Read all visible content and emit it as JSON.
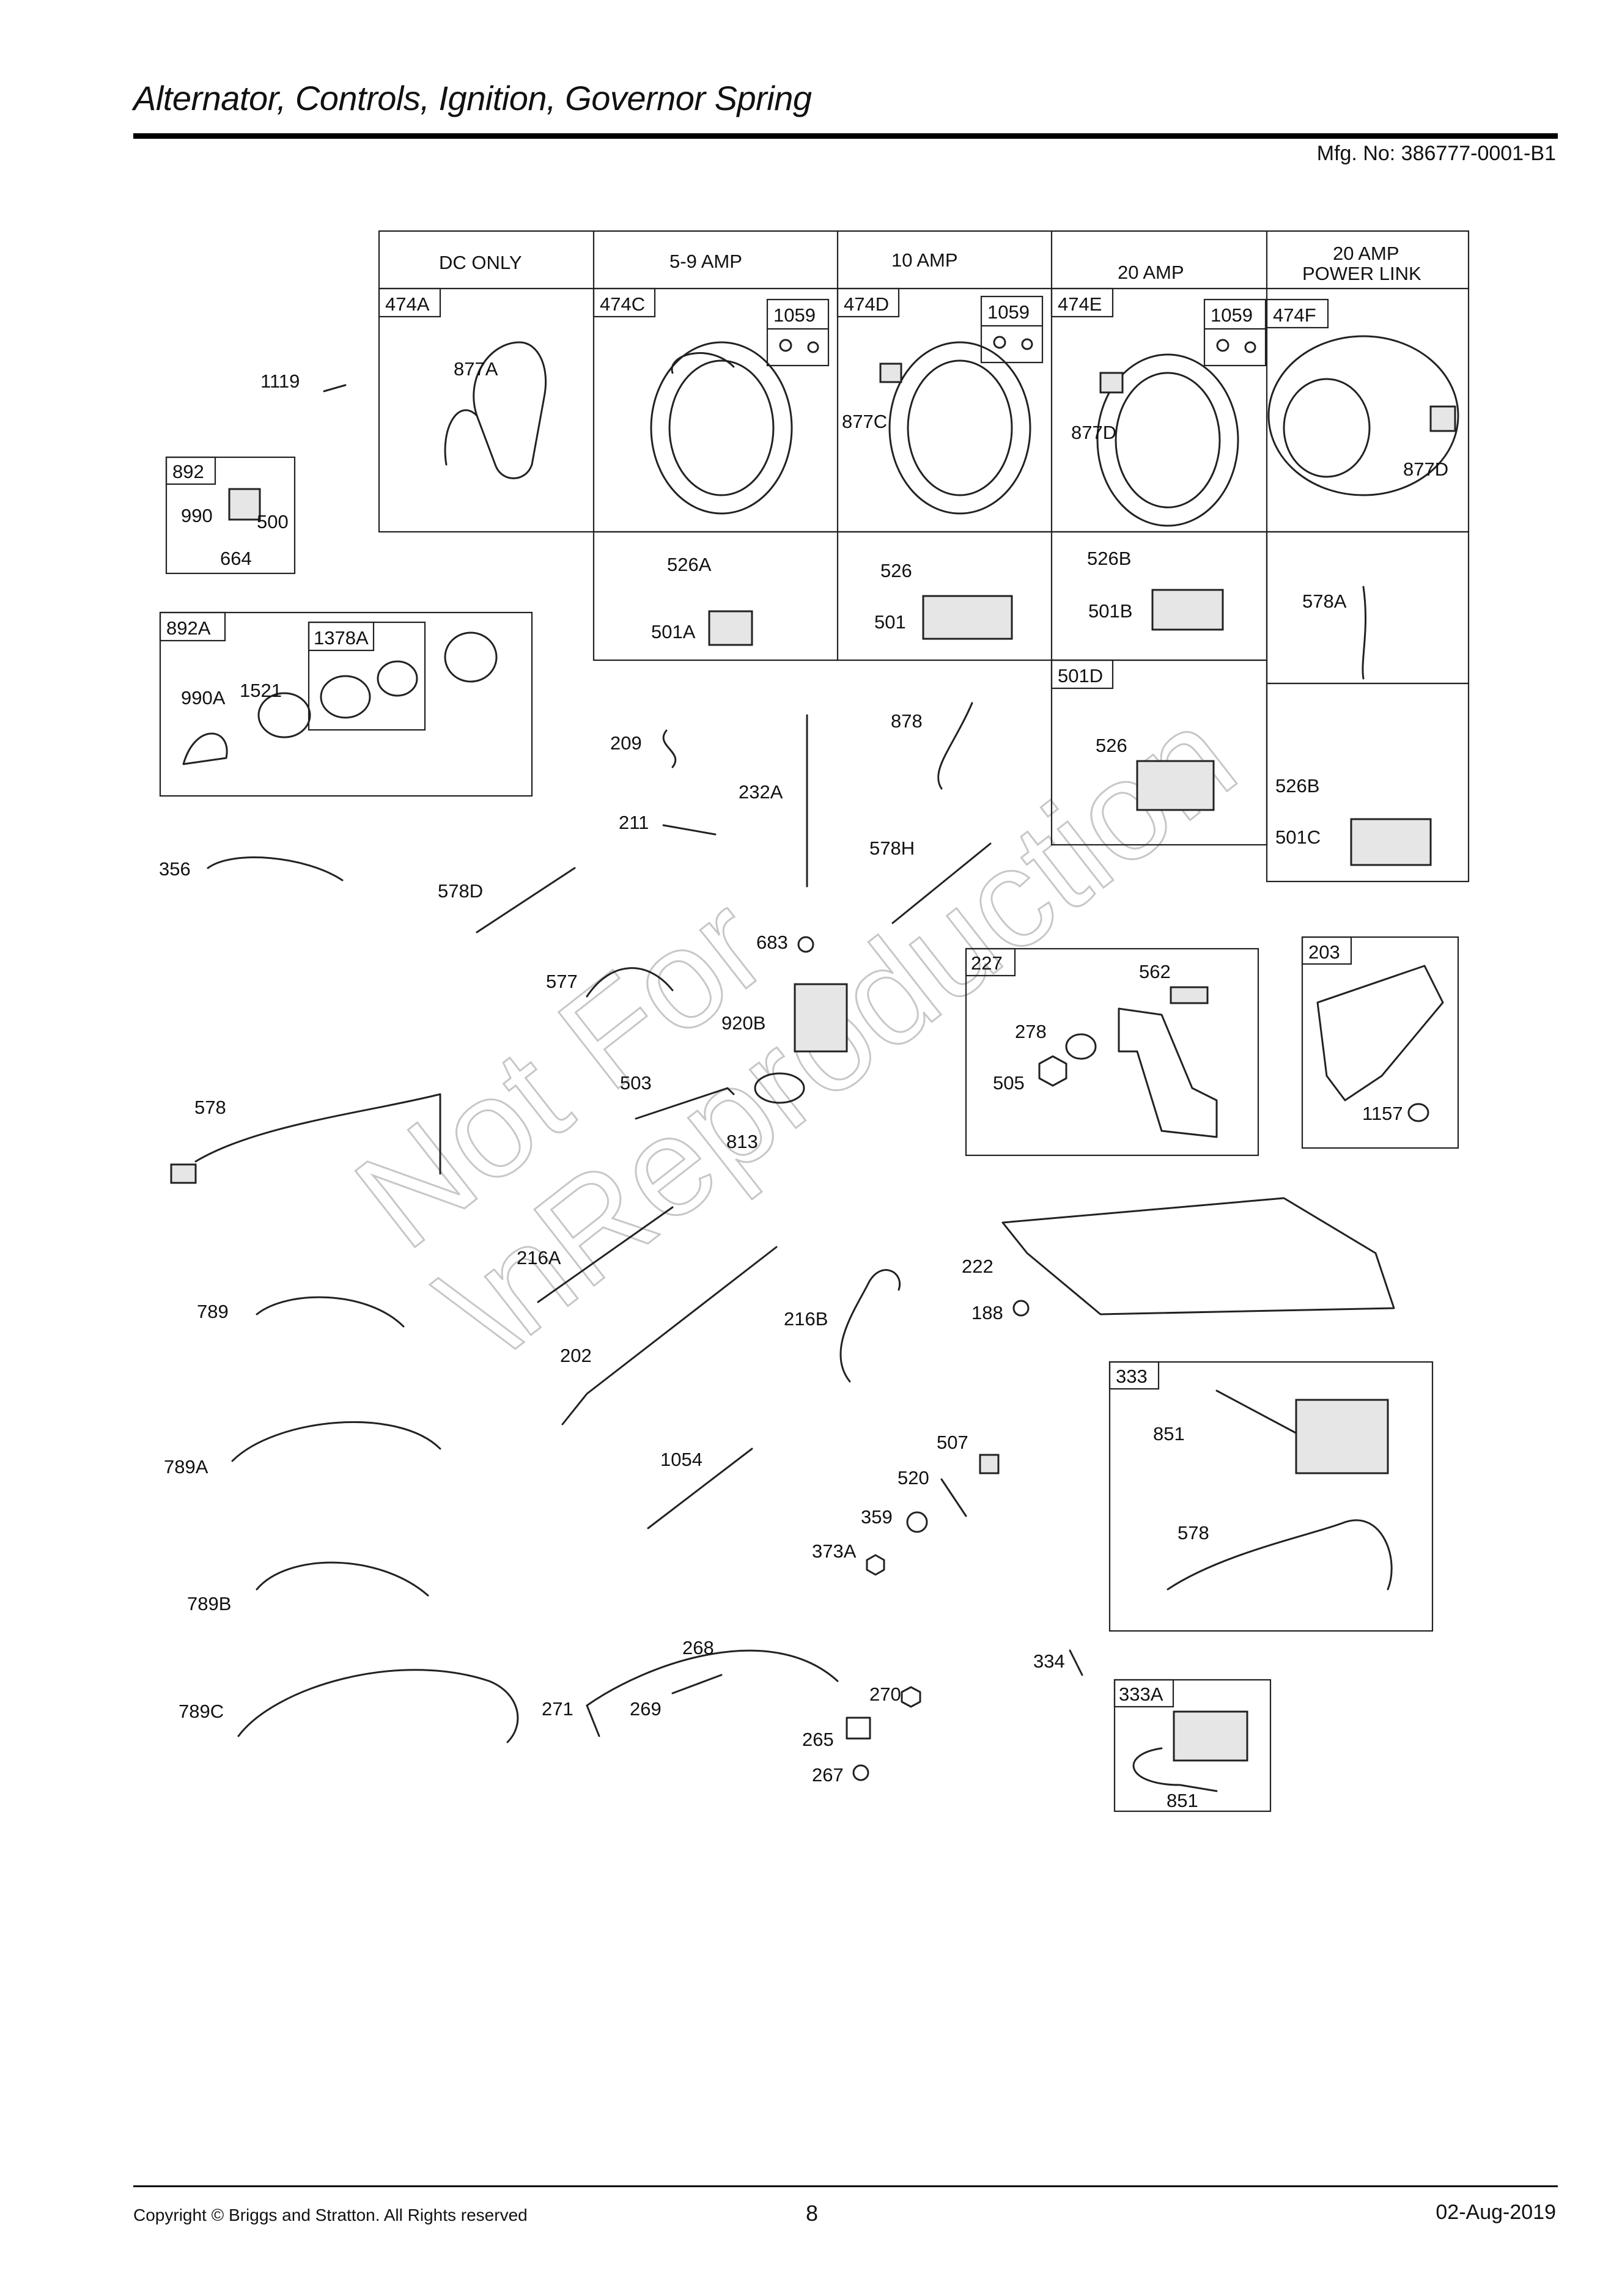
{
  "page": {
    "title": "Alternator, Controls, Ignition, Governor Spring",
    "mfg_no": "Mfg. No: 386777-0001-B1",
    "copyright": "Copyright ©  Briggs and Stratton. All Rights reserved",
    "page_number": "8",
    "date": "02-Aug-2019"
  },
  "watermark": {
    "line1": "Not For",
    "line2": "\\nReproduction"
  },
  "headers": {
    "dc_only": "DC ONLY",
    "amp_5_9": "5-9 AMP",
    "amp_10": "10 AMP",
    "amp_20": "20 AMP",
    "amp_20_pl_1": "20 AMP",
    "amp_20_pl_2": "POWER LINK"
  },
  "kit_labels": {
    "k474A": "474A",
    "k474C": "474C",
    "k474D": "474D",
    "k474E": "474E",
    "k474F": "474F",
    "k1059a": "1059",
    "k1059b": "1059",
    "k1059c": "1059",
    "k892": "892",
    "k892A": "892A",
    "k1378A": "1378A",
    "k501D": "501D",
    "k227": "227",
    "k203": "203",
    "k333": "333",
    "k333A": "333A"
  },
  "parts": {
    "p1119": "1119",
    "p877A": "877A",
    "p877C": "877C",
    "p877D_1": "877D",
    "p877D_2": "877D",
    "p990": "990",
    "p500": "500",
    "p664": "664",
    "p526A": "526A",
    "p501A": "501A",
    "p526_1": "526",
    "p501": "501",
    "p526B_1": "526B",
    "p501B": "501B",
    "p578A": "578A",
    "p990A": "990A",
    "p1521": "1521",
    "p209": "209",
    "p232A": "232A",
    "p878": "878",
    "p211": "211",
    "p526_2": "526",
    "p526B_2": "526B",
    "p501C": "501C",
    "p356": "356",
    "p578D": "578D",
    "p578H": "578H",
    "p683": "683",
    "p577": "577",
    "p920B": "920B",
    "p562": "562",
    "p278": "278",
    "p505": "505",
    "p1157": "1157",
    "p503": "503",
    "p578_1": "578",
    "p813": "813",
    "p216A": "216A",
    "p222": "222",
    "p789": "789",
    "p216B": "216B",
    "p188": "188",
    "p202": "202",
    "p851_1": "851",
    "p507": "507",
    "p789A": "789A",
    "p1054": "1054",
    "p520": "520",
    "p359": "359",
    "p578_2": "578",
    "p373A": "373A",
    "p789B": "789B",
    "p268": "268",
    "p334": "334",
    "p271": "271",
    "p269": "269",
    "p270": "270",
    "p789C": "789C",
    "p265": "265",
    "p267": "267",
    "p851_2": "851"
  }
}
